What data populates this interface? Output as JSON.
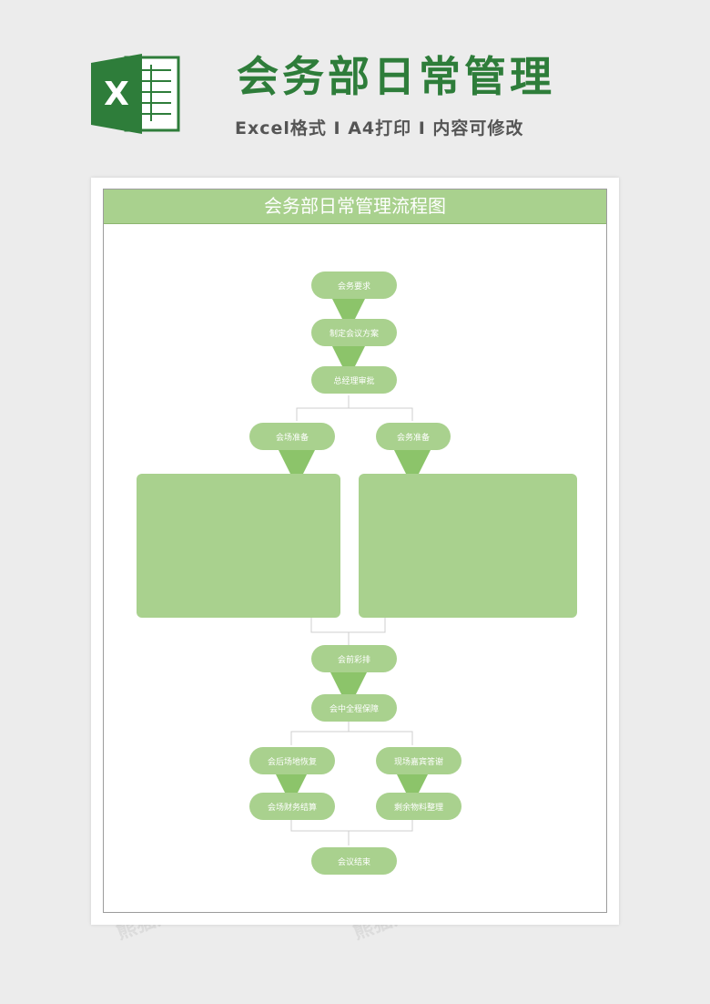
{
  "header": {
    "title": "会务部日常管理",
    "subtitle": "Excel格式 I A4打印 I 内容可修改",
    "logo_letter": "X"
  },
  "diagram": {
    "title": "会务部日常管理流程图",
    "nodes": {
      "n1": "会务要求",
      "n2": "制定会议方案",
      "n3": "总经理审批",
      "n4": "会场准备",
      "n5": "会务准备",
      "n6": "会前彩排",
      "n7": "会中全程保障",
      "n8": "会后场地恢复",
      "n9": "现场嘉宾答谢",
      "n10": "会场财务结算",
      "n11": "剩余物料整理",
      "n12": "会议结束"
    }
  },
  "colors": {
    "accent_green": "#2e7d3a",
    "node_fill": "#a9d18e",
    "arrow": "#8cc46a"
  },
  "watermark": "熊猫办公 TUKUPPT.COM"
}
